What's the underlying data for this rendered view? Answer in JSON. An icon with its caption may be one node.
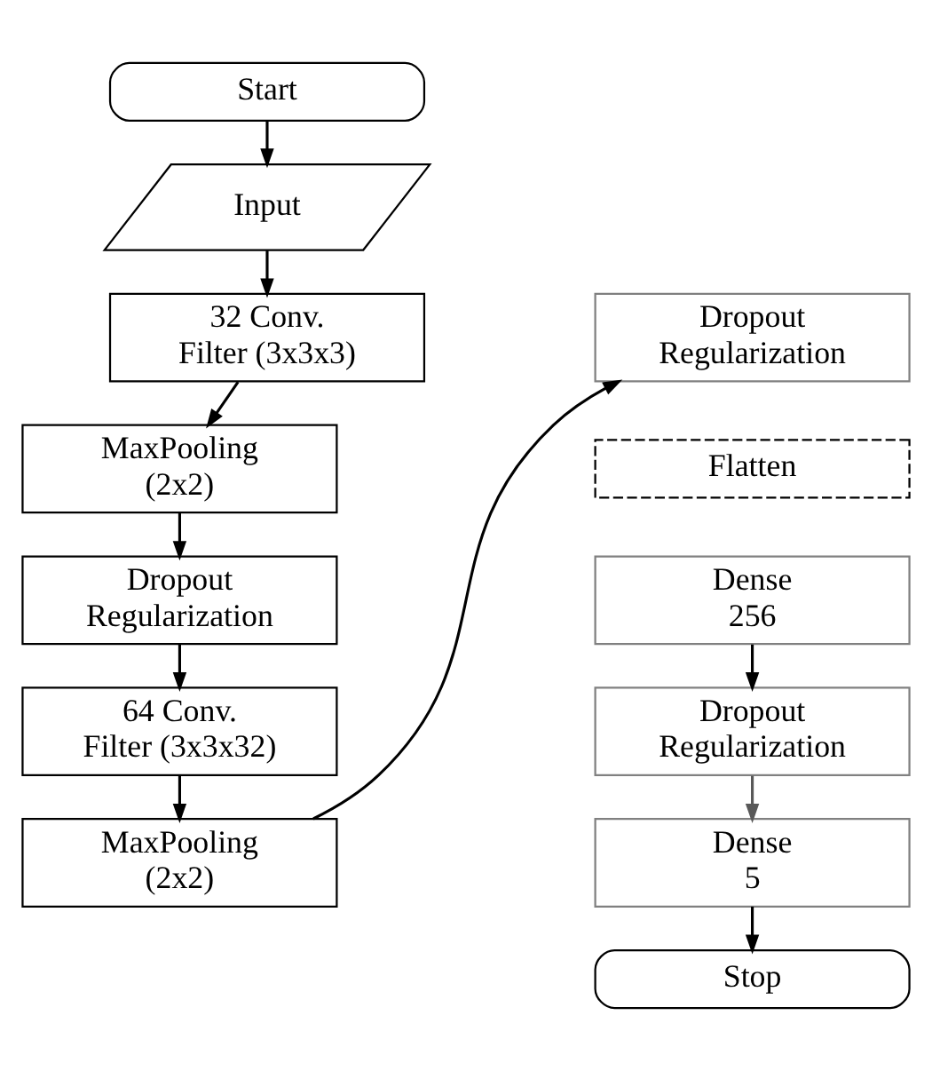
{
  "diagram": {
    "nodes": [
      {
        "text": [
          "Start"
        ]
      },
      {
        "text": [
          "Input"
        ]
      },
      {
        "text": [
          "32 Conv. Filter (3x3x3)"
        ]
      },
      {
        "text": [
          "MaxPooling (2x2)"
        ]
      },
      {
        "text": [
          "Dropout Regularization"
        ]
      },
      {
        "text": [
          "64 Conv. Filter (3x3x32)"
        ]
      },
      {
        "text": [
          "MaxPooling (2x2)"
        ]
      },
      {
        "text": [
          "Dropout Regularization"
        ]
      },
      {
        "text": [
          "Flatten"
        ]
      },
      {
        "text": [
          "Dense 256"
        ]
      },
      {
        "text": [
          "Dropout Regularization"
        ]
      },
      {
        "text": [
          "Dense 5"
        ]
      },
      {
        "text": [
          "Stop"
        ]
      }
    ],
    "edges": [
      {
        "from": 0,
        "to": 1,
        "arrow": "to"
      },
      {
        "from": 1,
        "to": 2,
        "arrow": "to"
      },
      {
        "from": 2,
        "to": 3,
        "arrow": "to"
      },
      {
        "from": 3,
        "to": 4,
        "arrow": "to"
      },
      {
        "from": 4,
        "to": 5,
        "arrow": "to"
      },
      {
        "from": 5,
        "to": 6,
        "arrow": "to"
      },
      {
        "from": 6,
        "to": 7,
        "arrow": "to"
      },
      {
        "from": 9,
        "to": 10,
        "arrow": "to"
      },
      {
        "from": 10,
        "to": 11,
        "arrow": "to",
        "color": "#595959"
      },
      {
        "from": 11,
        "to": 12,
        "arrow": "to"
      }
    ]
  }
}
